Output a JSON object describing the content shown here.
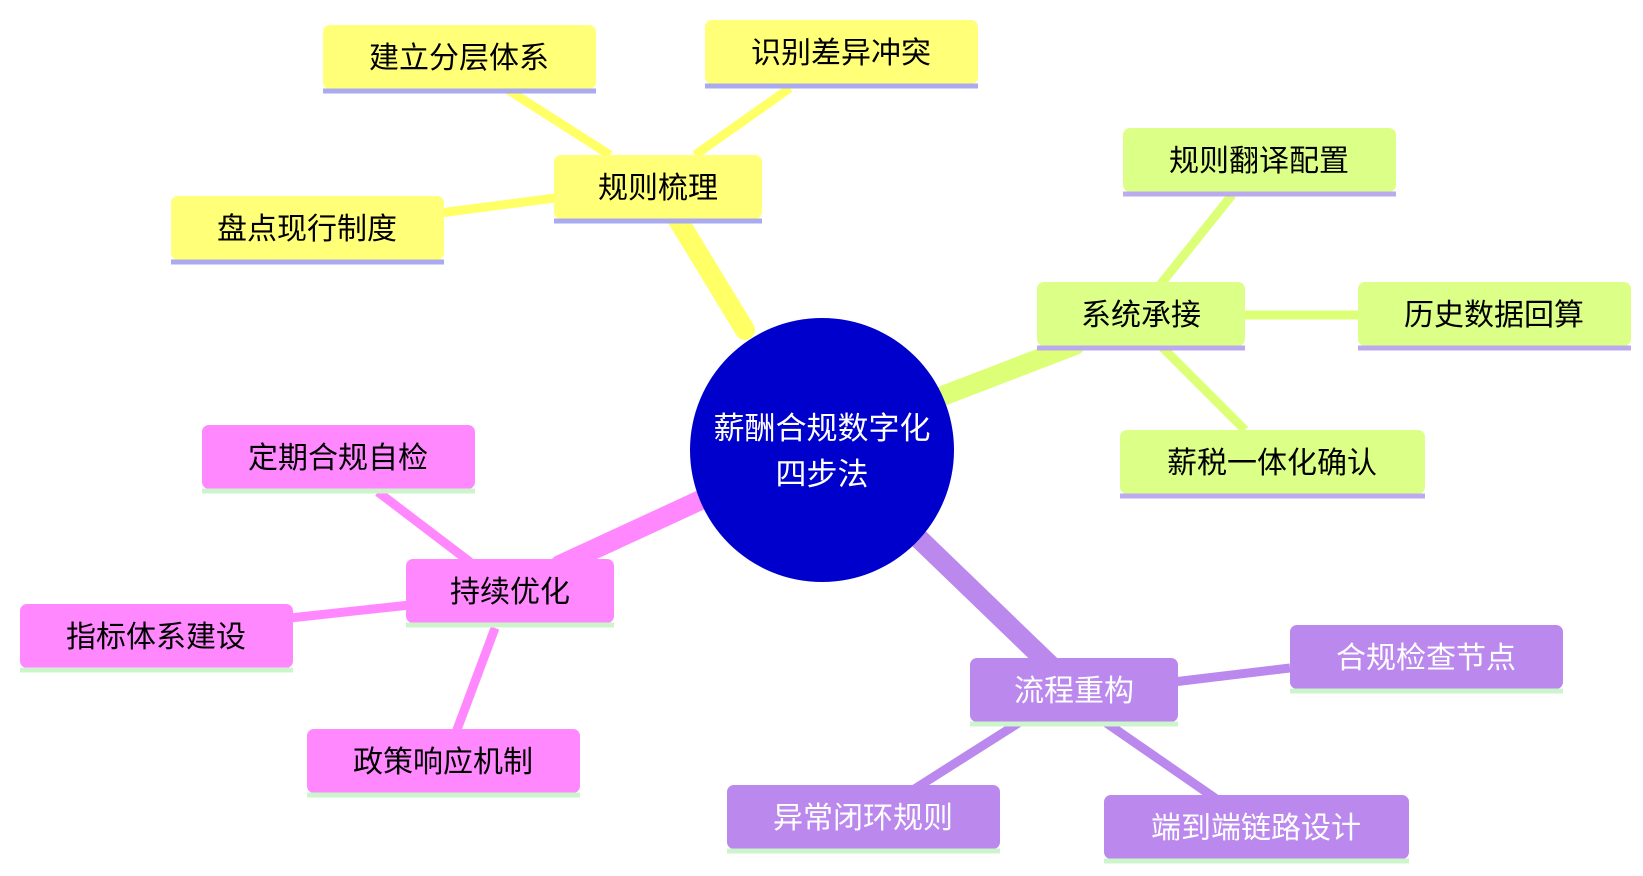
{
  "center": {
    "line1": "薪酬合规数字化",
    "line2": "四步法",
    "color": "#0000cc",
    "text_color": "#ffffff"
  },
  "branches": [
    {
      "id": "rules",
      "label": "规则梳理",
      "color": "#ffff78",
      "edge_color": "#ffff66",
      "underline": "#aaaaee",
      "text_color": "#000000",
      "children": [
        "建立分层体系",
        "识别差异冲突",
        "盘点现行制度"
      ]
    },
    {
      "id": "system",
      "label": "系统承接",
      "color": "#dcff88",
      "edge_color": "#ddff77",
      "underline": "#bbaaee",
      "text_color": "#000000",
      "children": [
        "规则翻译配置",
        "历史数据回算",
        "薪税一体化确认"
      ]
    },
    {
      "id": "process",
      "label": "流程重构",
      "color": "#bb88ee",
      "edge_color": "#bb88ee",
      "underline": "#ccf5cc",
      "text_color": "#ffffff",
      "children": [
        "合规检查节点",
        "端到端链路设计",
        "异常闭环规则"
      ]
    },
    {
      "id": "optimize",
      "label": "持续优化",
      "color": "#ff88ff",
      "edge_color": "#ff88ff",
      "underline": "#ccf5cc",
      "text_color": "#000000",
      "children": [
        "定期合规自检",
        "指标体系建设",
        "政策响应机制"
      ]
    }
  ]
}
